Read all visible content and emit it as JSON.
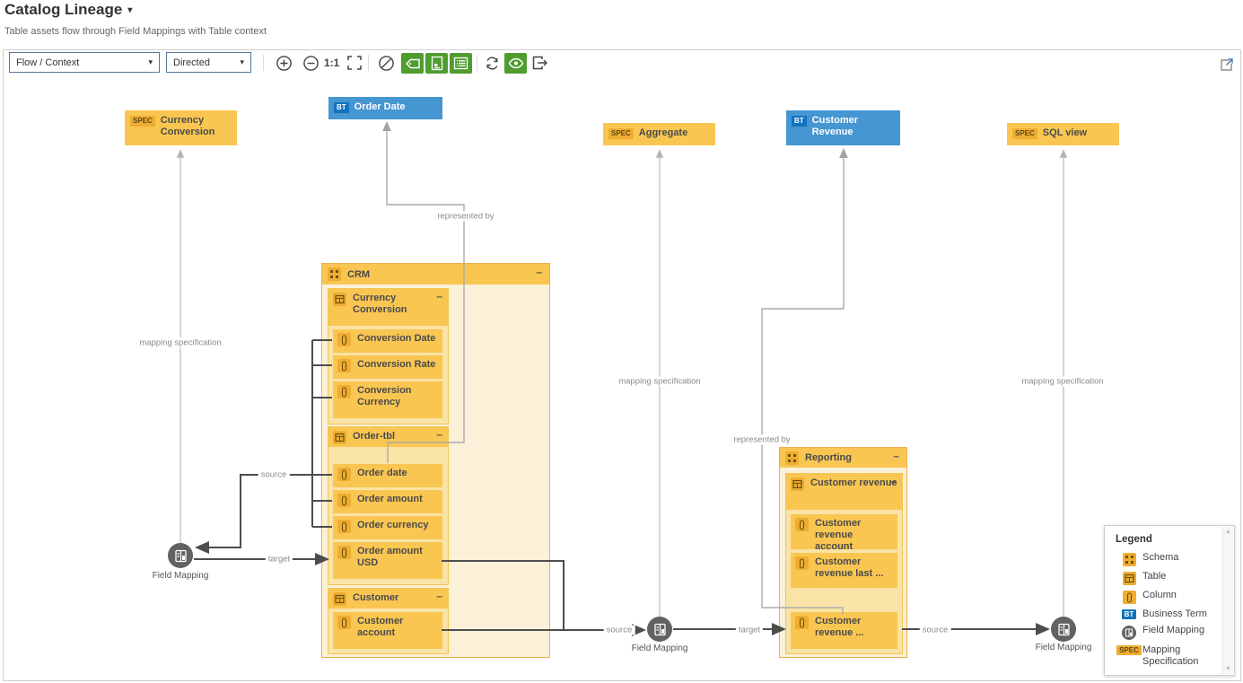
{
  "header": {
    "title": "Catalog Lineage",
    "subtitle": "Table assets flow through Field Mappings with Table context"
  },
  "toolbar": {
    "view_mode": "Flow / Context",
    "direction": "Directed",
    "zoom_label": "1:1",
    "icons": [
      "zoom-in",
      "zoom-out",
      "actual-size",
      "fit-to-screen",
      "no-overlap",
      "tag",
      "report",
      "list",
      "refresh",
      "preview-eye",
      "export",
      "open-in-new-window"
    ],
    "accent_green": "#4f9c2f"
  },
  "ui": {
    "collapse": "–",
    "caret": "▾"
  },
  "colors": {
    "asset_yellow": "#f9c652",
    "asset_yellow_dark": "#efad32",
    "business_term_blue": "#4596d1",
    "business_term_badge": "#1273be",
    "field_mapping_gray": "#626262",
    "edge_dark": "#4d4d4d",
    "edge_light": "#b8b8b8"
  },
  "nodes": {
    "currency_conversion_spec": {
      "badge": "SPEC",
      "label": "Currency Conversion"
    },
    "order_date_bt": {
      "badge": "BT",
      "label": "Order Date"
    },
    "aggregate_spec": {
      "badge": "SPEC",
      "label": "Aggregate"
    },
    "customer_revenue_bt": {
      "badge": "BT",
      "label": "Customer Revenue"
    },
    "sql_view_spec": {
      "badge": "SPEC",
      "label": "SQL view"
    }
  },
  "groups": {
    "crm": {
      "label": "CRM",
      "tables": [
        {
          "label": "Currency Conversion",
          "columns": [
            "Conversion Date",
            "Conversion Rate",
            "Conversion Currency"
          ]
        },
        {
          "label": "Order-tbl",
          "columns": [
            "Order date",
            "Order amount",
            "Order currency",
            "Order amount USD"
          ]
        },
        {
          "label": "Customer",
          "columns": [
            "Customer account"
          ]
        }
      ]
    },
    "reporting": {
      "label": "Reporting",
      "tables": [
        {
          "label": "Customer revenue",
          "columns": [
            "Customer revenue account",
            "Customer revenue last ...",
            "Customer revenue ..."
          ]
        }
      ]
    }
  },
  "field_mapping_label": "Field Mapping",
  "edges": {
    "source": "source",
    "target": "target",
    "mapping_specification": "mapping specification",
    "represented_by": "represented by"
  },
  "legend": {
    "title": "Legend",
    "items": [
      {
        "icon": "schema-icon",
        "label": "Schema"
      },
      {
        "icon": "table-icon",
        "label": "Table"
      },
      {
        "icon": "column-icon",
        "label": "Column"
      },
      {
        "icon": "business-term-icon",
        "badge": "BT",
        "label": "Business Term"
      },
      {
        "icon": "field-mapping-icon",
        "label": "Field Mapping"
      },
      {
        "icon": "mapping-specification-icon",
        "badge": "SPEC",
        "label": "Mapping Specification"
      }
    ]
  }
}
